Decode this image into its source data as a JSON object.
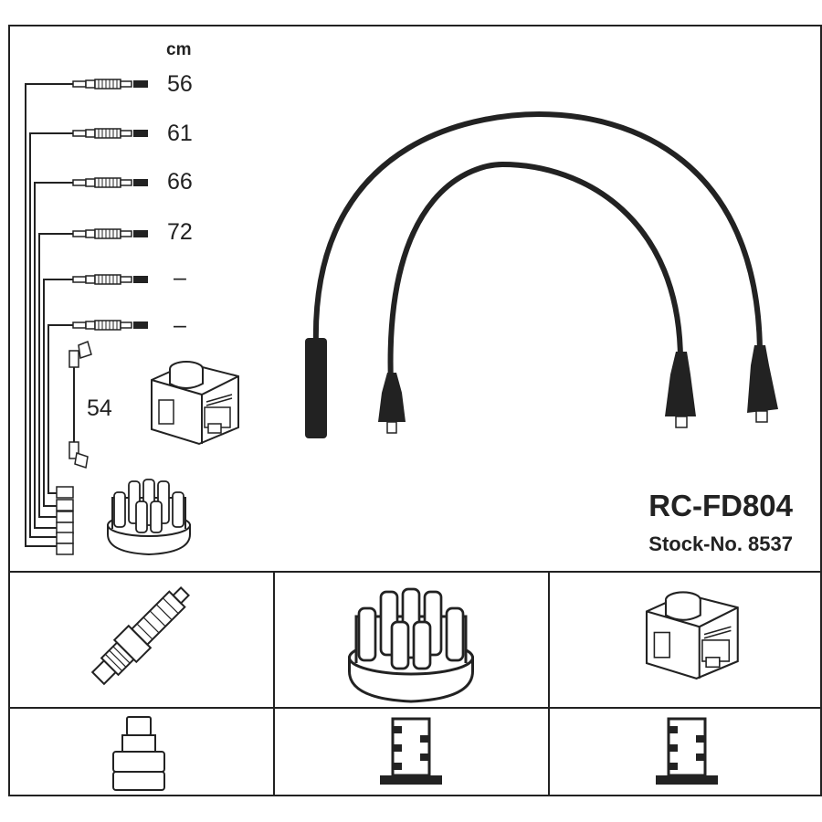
{
  "overview": {
    "unit": "cm",
    "lengths": [
      "56",
      "61",
      "66",
      "72",
      "–",
      "–"
    ],
    "coil_lead_length": "54"
  },
  "product": {
    "code": "RC-FD804",
    "stock_number": "Stock-No. 8537"
  },
  "components": [
    {
      "icon": "spark-plug-icon"
    },
    {
      "icon": "distributor-cap-icon"
    },
    {
      "icon": "ignition-coil-icon"
    }
  ],
  "connectors": [
    {
      "icon": "spark-plug-terminal-icon"
    },
    {
      "icon": "distributor-tower-icon"
    },
    {
      "icon": "coil-tower-icon"
    }
  ]
}
